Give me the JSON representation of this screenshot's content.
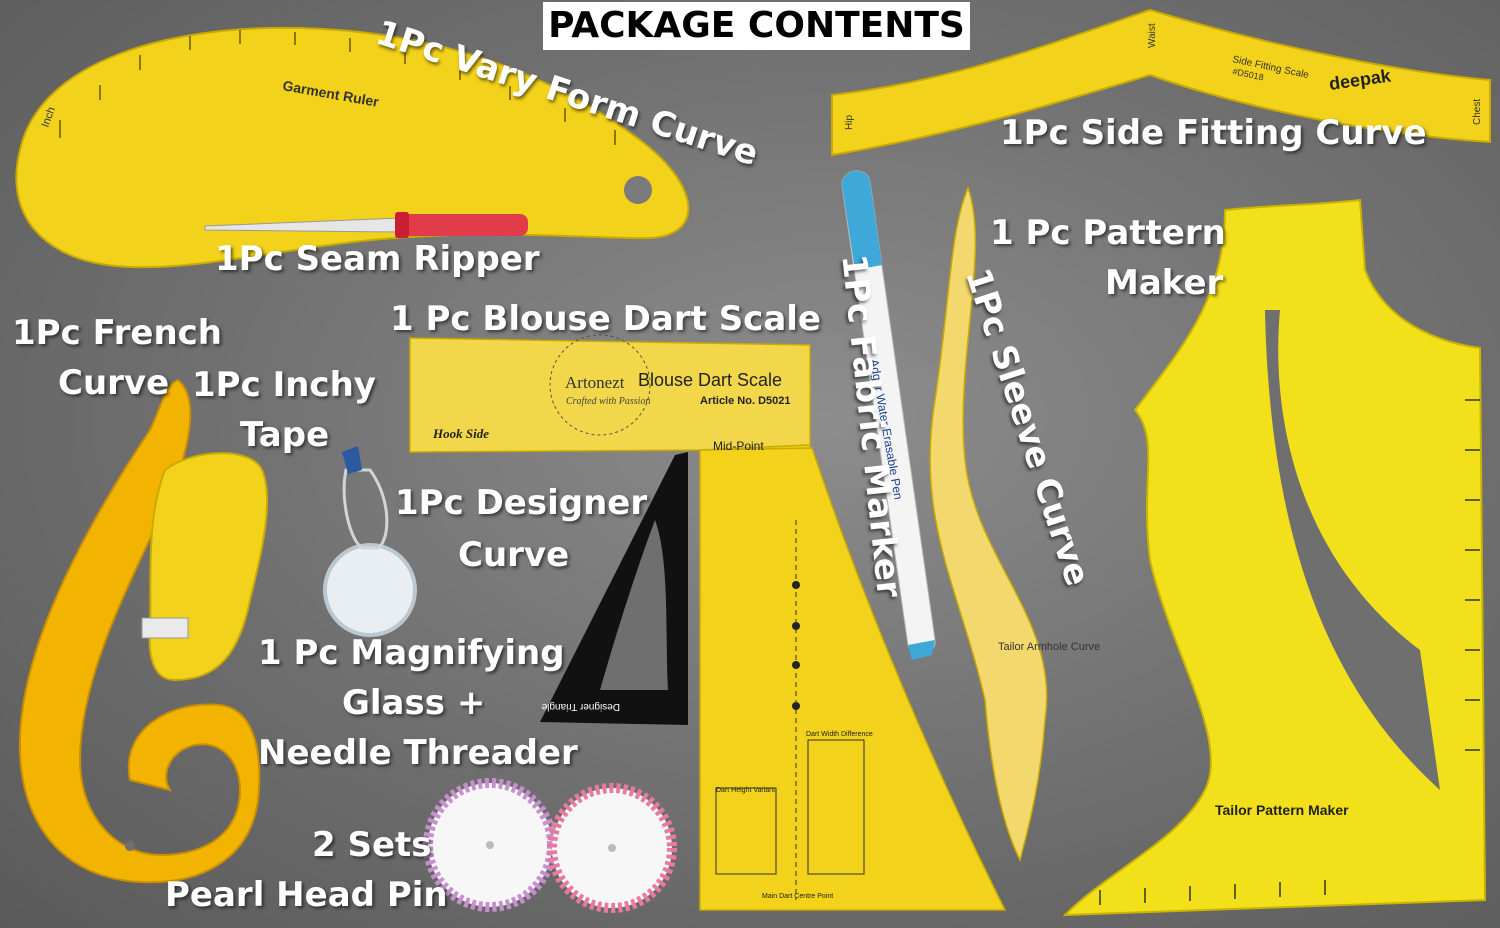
{
  "title": "PACKAGE CONTENTS",
  "labels": {
    "vary_form_curve": "1Pc Vary Form Curve",
    "side_fitting_curve": "1Pc Side Fitting Curve",
    "seam_ripper": "1Pc Seam Ripper",
    "pattern_maker_line1": "1 Pc Pattern",
    "pattern_maker_line2": "Maker",
    "french_curve_line1": "1Pc French",
    "french_curve_line2": "Curve",
    "blouse_dart_scale": "1 Pc Blouse Dart Scale",
    "fabric_marker": "1Pc Fabric Marker",
    "sleeve_curve": "1Pc Sleeve Curve",
    "inchy_tape_line1": "1Pc Inchy",
    "inchy_tape_line2": "Tape",
    "designer_curve_line1": "1Pc Designer",
    "designer_curve_line2": "Curve",
    "magnifying_line1": "1 Pc Magnifying",
    "magnifying_line2": "Glass +",
    "magnifying_line3": "Needle Threader",
    "pins_line1": "2 Sets",
    "pins_line2": "Pearl Head Pin"
  },
  "product_text": {
    "garment_ruler": "Garment Ruler",
    "inch": "Inch",
    "side_fitting_scale": "Side Fitting Scale",
    "side_fitting_code": "#D5018",
    "brand": "deepak",
    "hip": "Hip",
    "waist": "Waist",
    "chest": "Chest",
    "blouse_dart_scale": "Blouse Dart Scale",
    "article_no": "Article No. D5021",
    "brand_logo": "Artonezt",
    "logo_tagline": "Crafted with Passion",
    "hook_side": "Hook Side",
    "mid_point": "Mid-Point",
    "dart_width_difference": "Dart Width Difference",
    "dart_height_variant": "Dart Height Variant",
    "main_dart_centre_point": "Main Dart Centre Point",
    "marker_text": "Adger Water Erasable Pen",
    "tailor_armhole_curve": "Tailor Armhole Curve",
    "tailor_pattern_maker": "Tailor Pattern Maker",
    "designer_triangle": "Designer Triangle"
  },
  "colors": {
    "background": "#707070",
    "ruler_yellow": "#f2d21b",
    "french_curve_orange": "#f2b400",
    "label_text": "#ffffff",
    "title_bg": "#ffffff"
  }
}
